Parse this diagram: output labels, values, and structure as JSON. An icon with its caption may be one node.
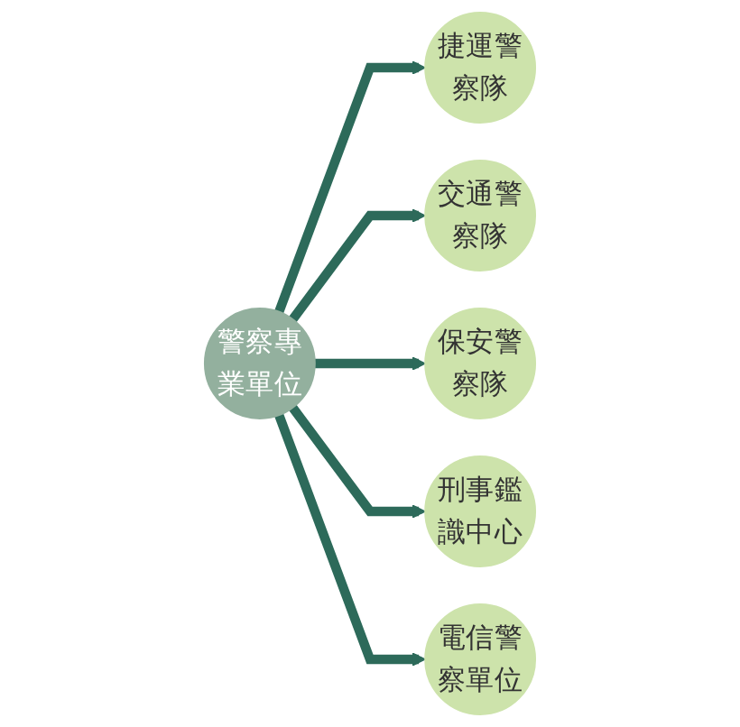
{
  "diagram": {
    "nodes": [
      {
        "text": [
          "警察專業單位"
        ]
      },
      {
        "text": [
          "捷運警察隊"
        ]
      },
      {
        "text": [
          "交通警察隊"
        ]
      },
      {
        "text": [
          "保安警察隊"
        ]
      },
      {
        "text": [
          "刑事鑑識中心"
        ]
      },
      {
        "text": [
          "電信警察單位"
        ]
      }
    ],
    "edges": [
      {
        "from": 0,
        "to": 1,
        "arrow": "to"
      },
      {
        "from": 0,
        "to": 2,
        "arrow": "to"
      },
      {
        "from": 0,
        "to": 3,
        "arrow": "to"
      },
      {
        "from": 0,
        "to": 4,
        "arrow": "to"
      },
      {
        "from": 0,
        "to": 5,
        "arrow": "to"
      }
    ]
  }
}
